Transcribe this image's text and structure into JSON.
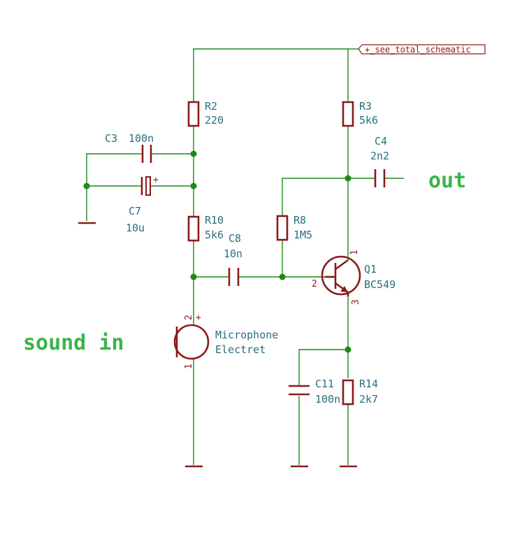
{
  "global_label": "+_see_total_schematic",
  "labels": {
    "sound_in": "sound in",
    "out": "out"
  },
  "colors": {
    "wire": "#1a8a1a",
    "component": "#8b1a1a",
    "reference_text": "#2a6f80",
    "big_label": "#3bb44a"
  },
  "components": {
    "R2": {
      "ref": "R2",
      "value": "220"
    },
    "R3": {
      "ref": "R3",
      "value": "5k6"
    },
    "R10": {
      "ref": "R10",
      "value": "5k6"
    },
    "R8": {
      "ref": "R8",
      "value": "1M5"
    },
    "R14": {
      "ref": "R14",
      "value": "2k7"
    },
    "C3": {
      "ref": "C3",
      "value": "100n"
    },
    "C7": {
      "ref": "C7",
      "value": "10u"
    },
    "C8": {
      "ref": "C8",
      "value": "10n"
    },
    "C4": {
      "ref": "C4",
      "value": "2n2"
    },
    "C11": {
      "ref": "C11",
      "value": "100n"
    },
    "Q1": {
      "ref": "Q1",
      "value": "BC549",
      "pins": {
        "c": "1",
        "b": "2",
        "e": "3"
      }
    },
    "MIC": {
      "ref": "Microphone",
      "value": "Electret",
      "pins": {
        "plus": "2",
        "minus": "1",
        "plus_sign": "+"
      }
    },
    "C7_plus": "+"
  }
}
